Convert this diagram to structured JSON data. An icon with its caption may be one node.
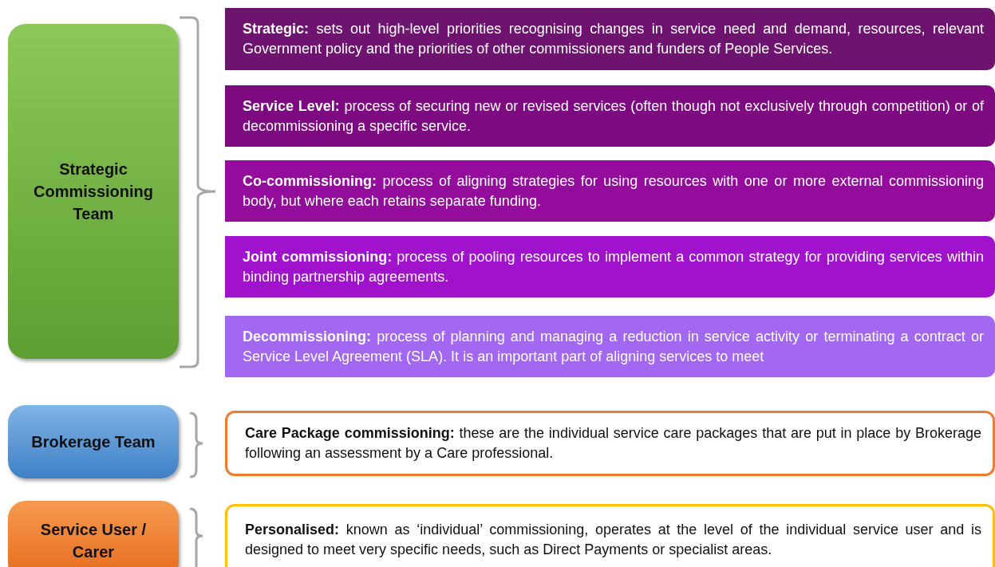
{
  "diagram": {
    "nodes": [
      {
        "text": [
          "Strategic Commissioning Team"
        ]
      },
      {
        "text": [
          "**Strategic:** sets out high-level priorities recognising changes in service need and demand, resources, relevant Government policy and the priorities of other commissioners and funders of People Services."
        ]
      },
      {
        "text": [
          "**Service Level:** process of securing new or revised services (often though not exclusively through competition) or of decommissioning a specific service."
        ]
      },
      {
        "text": [
          "**Co-commissioning:** process of aligning strategies for using resources with one or more external commissioning body, but where each retains separate funding."
        ]
      },
      {
        "text": [
          "**Joint commissioning:** process of pooling resources to implement a common strategy for providing services within binding partnership agreements."
        ]
      },
      {
        "text": [
          "**Decommissioning:** process of planning and managing a reduction in service activity or terminating a contract or Service Level Agreement (SLA). It is an important part of aligning services to meet"
        ]
      },
      {
        "text": [
          "Brokerage Team"
        ]
      },
      {
        "text": [
          "**Care Package commissioning:** these are the individual service care packages that are put in place by Brokerage following an assessment by a Care professional."
        ]
      },
      {
        "text": [
          "Service User / Carer"
        ]
      },
      {
        "text": [
          "**Personalised:** known as ‘individual’ commissioning, operates at the level of the individual service user and is designed to meet very specific needs, such as Direct Payments or specialist areas."
        ]
      }
    ],
    "edges": []
  }
}
